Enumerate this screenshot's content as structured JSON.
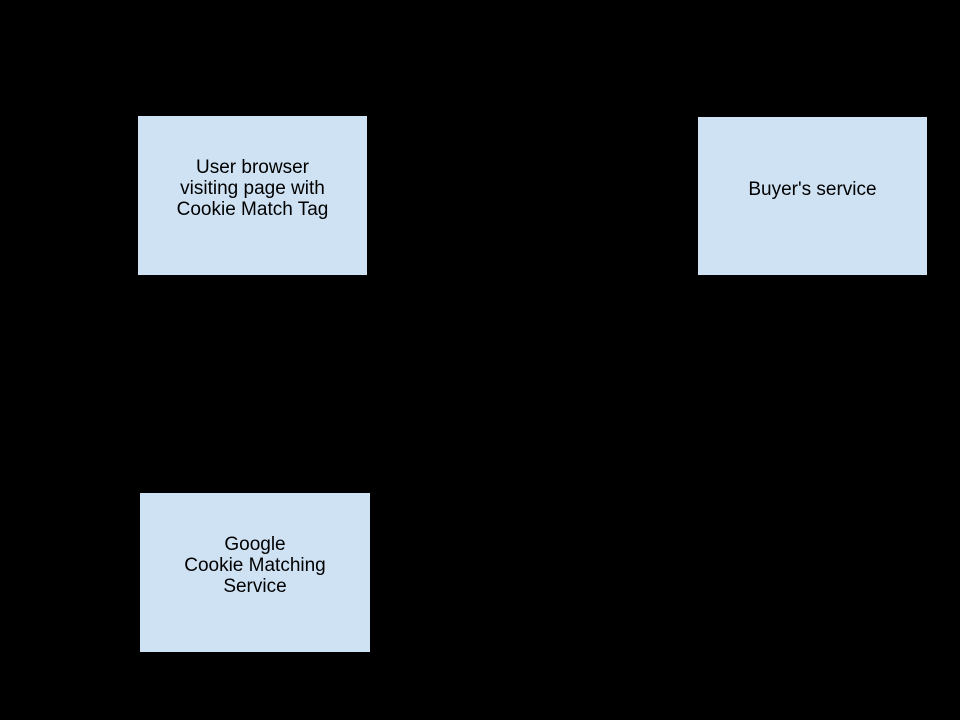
{
  "diagram": {
    "description": "Cookie matching flow diagram with three service boxes on a black background",
    "colors": {
      "background": "#000000",
      "node_fill": "#cfe2f3",
      "node_border": "#000000",
      "text": "#000000"
    },
    "nodes": [
      {
        "id": "user-browser",
        "label": "User browser\nvisiting page with\nCookie Match Tag"
      },
      {
        "id": "buyers-service",
        "label": "Buyer's service"
      },
      {
        "id": "google-cookie-matching-service",
        "label": "Google\nCookie Matching\nService"
      }
    ]
  }
}
